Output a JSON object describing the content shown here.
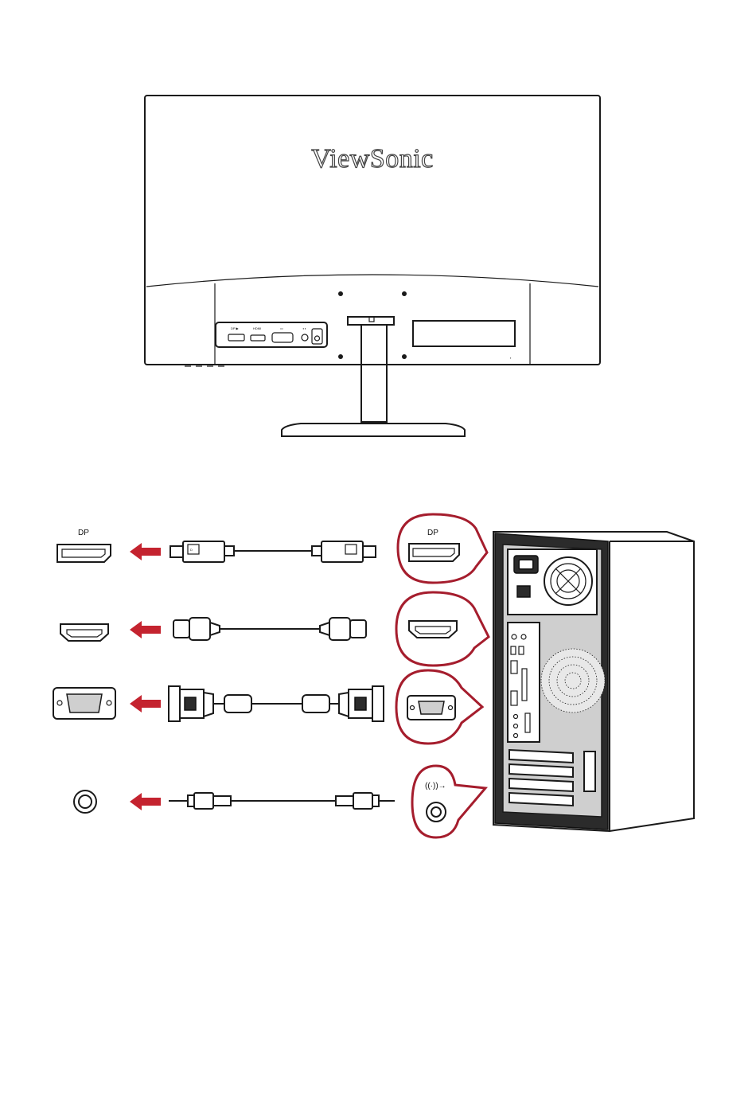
{
  "monitor": {
    "brand": "ViewSonic",
    "port_labels": {
      "dp": "DP ▶",
      "hdmi": "HDMI",
      "vga": "▭",
      "audio": "◖◗"
    }
  },
  "connections": [
    {
      "id": "dp",
      "port_label": "DP",
      "callout_label": "DP"
    },
    {
      "id": "hdmi",
      "port_label": "",
      "callout_label": ""
    },
    {
      "id": "vga",
      "port_label": "",
      "callout_label": ""
    },
    {
      "id": "audio",
      "port_label": "",
      "callout_label": "((·))→"
    }
  ],
  "colors": {
    "arrow": "#c4232f",
    "callout_outline": "#a51d2d",
    "line": "#1a1a1a"
  },
  "icons": [
    "displayport-icon",
    "hdmi-icon",
    "vga-icon",
    "audio-jack-icon",
    "arrow-left-icon",
    "pc-tower-icon"
  ]
}
